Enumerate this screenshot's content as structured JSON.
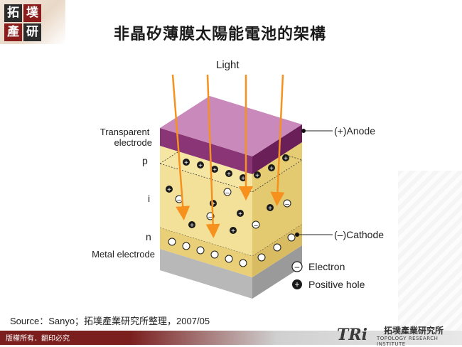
{
  "logo": {
    "chars": [
      "拓",
      "墣",
      "產",
      "研"
    ]
  },
  "title": "非晶矽薄膜太陽能電池的架構",
  "diagram": {
    "light_label": "Light",
    "layers": {
      "transparent_electrode": "Transparent\nelectrode",
      "p": "p",
      "i": "i",
      "n": "n",
      "metal_electrode": "Metal electrode"
    },
    "anode_label": "(+)Anode",
    "cathode_label": "(–)Cathode",
    "legend": {
      "electron": "Electron",
      "positive_hole": "Positive hole"
    },
    "colors": {
      "anode_top": "#c07ab0",
      "anode_front": "#7a2a66",
      "p_layer": "#f5e49a",
      "i_layer": "#f3df8e",
      "n_layer": "#efd886",
      "metal": "#cfcfcf",
      "arrow": "#f7911e"
    }
  },
  "source": "Source：Sanyo；拓墣產業研究所整理，2007/05",
  "footer": {
    "copyright": "版權所有．翻印必究",
    "tri": "TRi",
    "org_name": "拓墣產業研究所",
    "org_en": "TOPOLOGY RESEARCH INSTITUTE"
  }
}
